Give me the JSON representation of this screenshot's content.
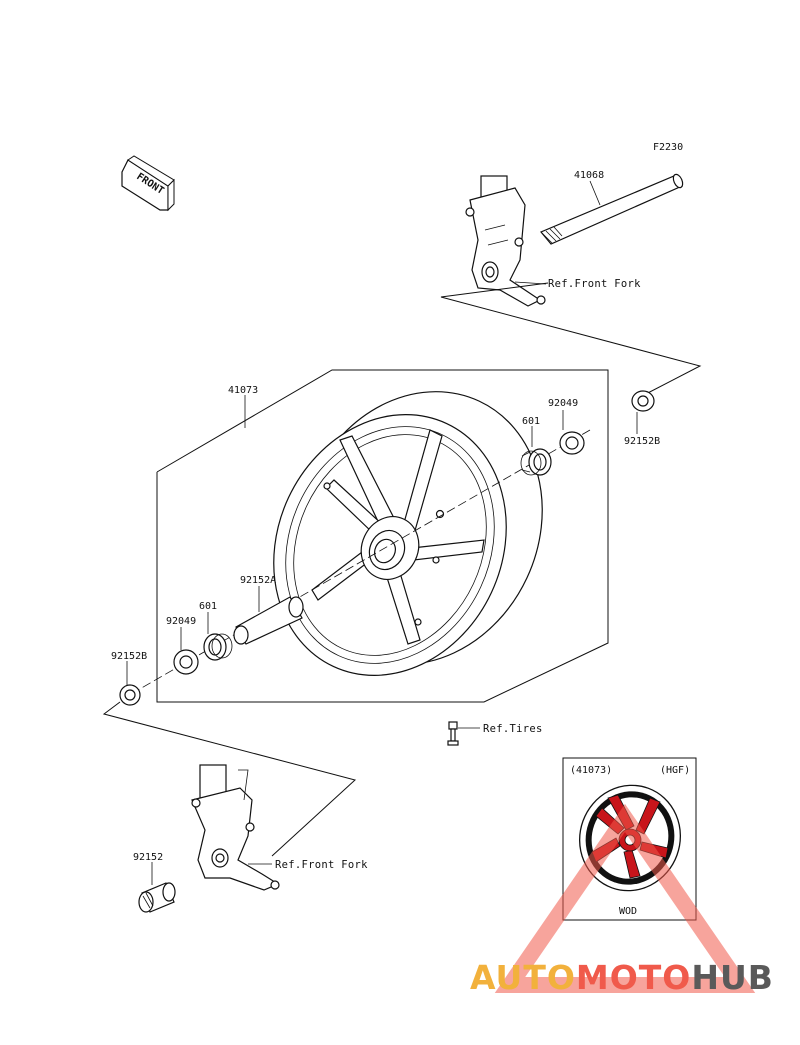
{
  "diagram_code": "F2230",
  "front_arrow_label": "FRONT",
  "parts": {
    "axle": "41068",
    "wheel_assy": "41073",
    "bearing_upper": "601",
    "seal_upper": "92049",
    "collar_upper": "92152B",
    "spacer": "92152A",
    "bearing_lower": "601",
    "seal_lower": "92049",
    "collar_lower": "92152B",
    "fork_collar": "92152"
  },
  "refs": {
    "front_fork_upper": "Ref.Front Fork",
    "tires": "Ref.Tires",
    "front_fork_lower": "Ref.Front Fork"
  },
  "inset": {
    "part": "(41073)",
    "variant": "(HGF)",
    "color_code": "WOD",
    "accent_color": "#c8151b"
  },
  "watermark": {
    "part1": "AUTO",
    "part2": "MOTO",
    "part3": "HUB",
    "colors": {
      "part1": "#f2b13c",
      "part2": "#f05a4b",
      "part3": "#5a5a5a"
    }
  }
}
